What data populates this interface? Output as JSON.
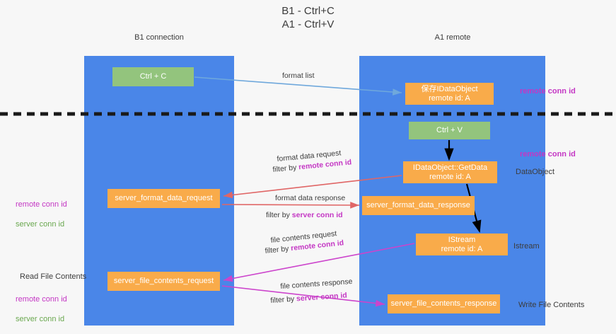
{
  "title": {
    "line1": "B1 - Ctrl+C",
    "line2": "A1 - Ctrl+V"
  },
  "lanes": [
    {
      "id": "b1",
      "name": "B1",
      "sub": "connection",
      "header": "B1\nconnection",
      "color": "#4a86e8"
    },
    {
      "id": "a1",
      "name": "A1",
      "sub": "remote",
      "header": "A1\nremote",
      "color": "#4a86e8"
    }
  ],
  "nodes": {
    "ctrl_c": "Ctrl + C",
    "idataobject": "保存IDataObject\nremote id: A",
    "ctrl_v": "Ctrl + V",
    "getdata": "IDataObject::GetData\nremote id: A",
    "server_format_data_request": "server_format_data_request",
    "server_format_data_response": "server_format_data_response",
    "istream": "IStream\nremote id: A",
    "server_file_contents_request": "server_file_contents_request",
    "server_file_contents_response": "server_file_contents_response"
  },
  "side_labels": {
    "remote_conn_id_1": "remote conn id",
    "remote_conn_id_2": "remote conn id",
    "dataobject": "DataObject",
    "istream": "Istream",
    "write_file_contents": "Write File Contents",
    "read_file_contents": "Read File Contents",
    "remote_conn_id_left_1": "remote conn id",
    "server_conn_id_left_1": "server conn id",
    "remote_conn_id_left_2": "remote conn id",
    "server_conn_id_left_2": "server conn id"
  },
  "arrow_labels": {
    "format_list": "format list",
    "format_data_request": "format data request",
    "filter_by": "filter by ",
    "filter_remote_conn_id": "remote conn id",
    "filter_server_conn_id": "server conn id",
    "format_data_response": "format data response",
    "file_contents_request": "file contents request",
    "file_contents_response": "file contents response"
  },
  "colors": {
    "lane_blue": "#4a86e8",
    "node_green": "#93c47d",
    "node_orange": "#f9ab4a",
    "purple": "#c437c4",
    "green_text": "#6aa84f",
    "arrow_lightblue": "#6fa8dc",
    "arrow_red": "#e06666",
    "arrow_magenta": "#cc44cc",
    "arrow_black": "#000000",
    "background": "#f7f7f7",
    "text": "#3c3c3c"
  }
}
